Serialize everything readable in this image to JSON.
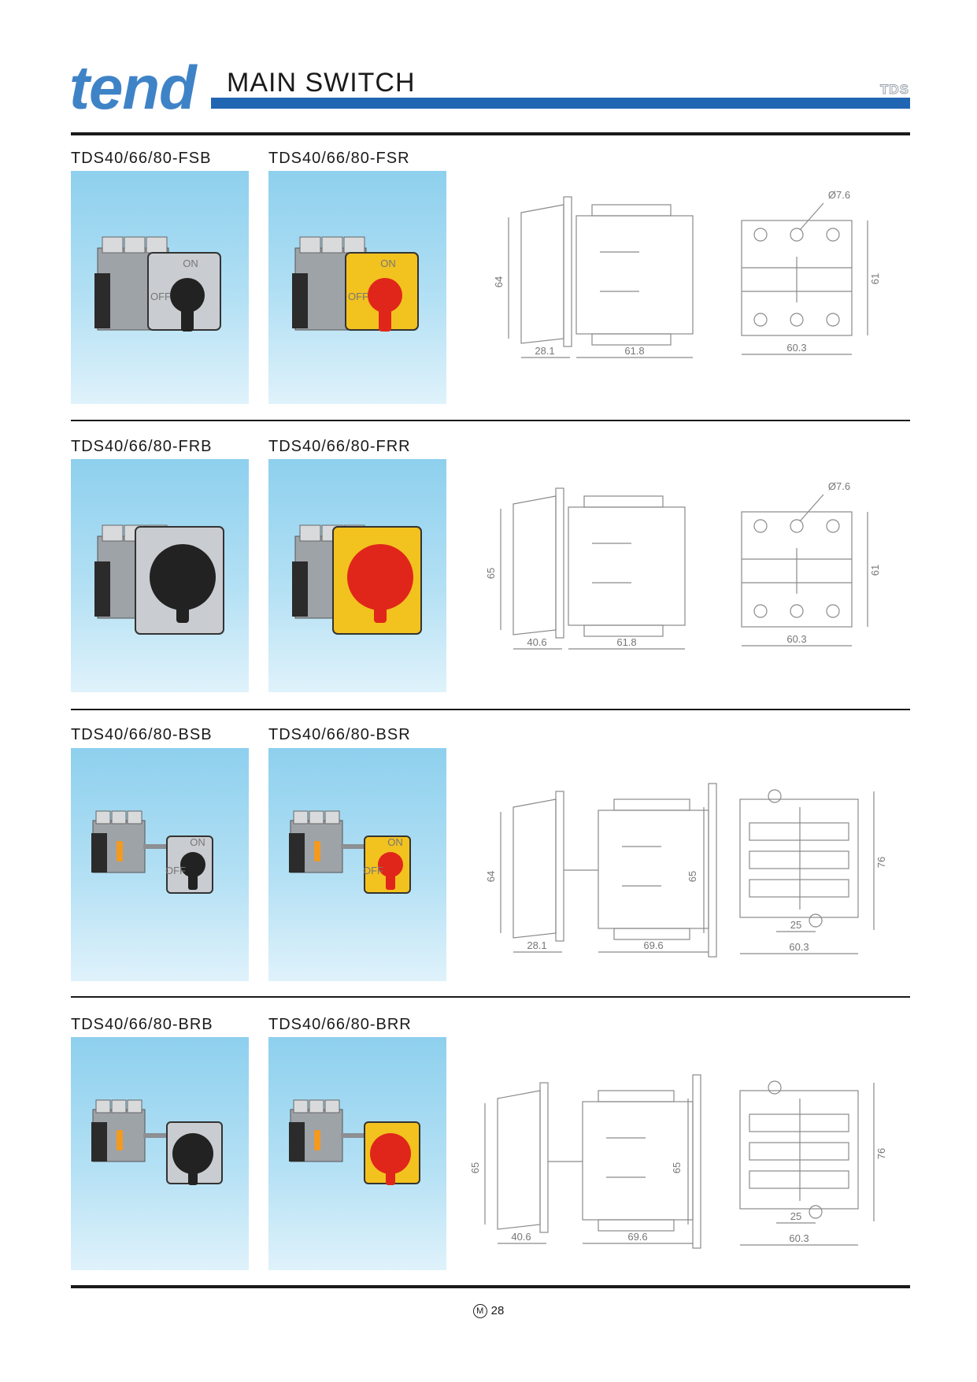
{
  "header": {
    "logo": "tend",
    "title": "MAIN SWITCH",
    "series": "TDS"
  },
  "rows": [
    {
      "models": [
        "TDS40/66/80-FSB",
        "TDS40/66/80-FSR"
      ],
      "colors": [
        "#c9ccd0",
        "#f2c21f"
      ],
      "knob": [
        "#222222",
        "#e0261a"
      ],
      "knob_text": [
        "ON",
        "OFF"
      ],
      "side": {
        "height": "64",
        "depth": "28.1",
        "body": "61.8"
      },
      "front": {
        "hole": "Ø7.6",
        "height": "61",
        "width": "60.3"
      }
    },
    {
      "models": [
        "TDS40/66/80-FRB",
        "TDS40/66/80-FRR"
      ],
      "colors": [
        "#c9ccd0",
        "#f2c21f"
      ],
      "knob": [
        "#222222",
        "#e0261a"
      ],
      "side": {
        "height": "65",
        "depth": "40.6",
        "body": "61.8"
      },
      "front": {
        "hole": "Ø7.6",
        "height": "61",
        "width": "60.3"
      }
    },
    {
      "models": [
        "TDS40/66/80-BSB",
        "TDS40/66/80-BSR"
      ],
      "colors": [
        "#c9ccd0",
        "#f2c21f"
      ],
      "knob": [
        "#222222",
        "#e0261a"
      ],
      "knob_text": [
        "ON",
        "OFF"
      ],
      "side": {
        "height": "64",
        "depth": "28.1",
        "body": "69.6",
        "height2": "65"
      },
      "front": {
        "height": "76",
        "width": "60.3",
        "mount": "25"
      }
    },
    {
      "models": [
        "TDS40/66/80-BRB",
        "TDS40/66/80-BRR"
      ],
      "colors": [
        "#c9ccd0",
        "#f2c21f"
      ],
      "knob": [
        "#222222",
        "#e0261a"
      ],
      "side": {
        "height": "65",
        "depth": "40.6",
        "body": "69.6",
        "height2": "65"
      },
      "front": {
        "height": "76",
        "width": "60.3",
        "mount": "25"
      }
    }
  ],
  "footer": {
    "mark": "M",
    "page": "28"
  }
}
